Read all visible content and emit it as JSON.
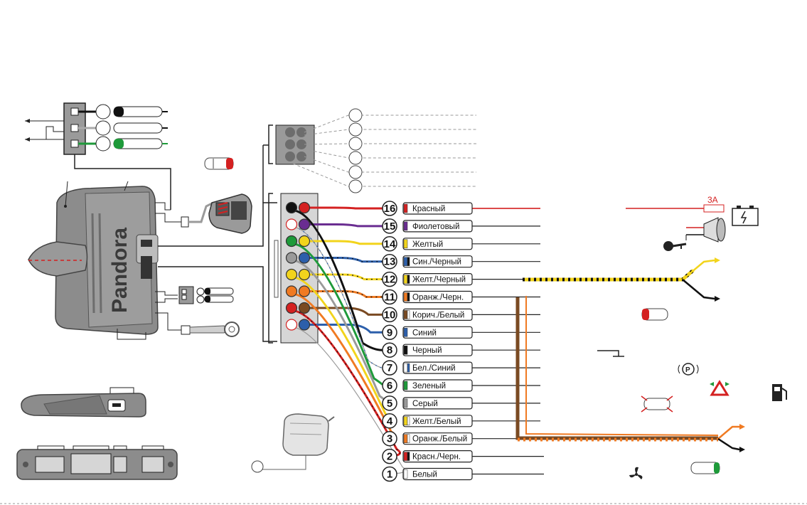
{
  "brand": "Pandora",
  "fuse_label": "3A",
  "connector_pins": [
    {
      "num": "16",
      "label": "Красный",
      "c1": "#d42121",
      "c2": "#d42121"
    },
    {
      "num": "15",
      "label": "Фиолетовый",
      "c1": "#6a2d91",
      "c2": "#6a2d91"
    },
    {
      "num": "14",
      "label": "Желтый",
      "c1": "#f2d41c",
      "c2": "#f2d41c"
    },
    {
      "num": "13",
      "label": "Син./Черный",
      "c1": "#2c5fab",
      "c2": "#111111"
    },
    {
      "num": "12",
      "label": "Желт./Черный",
      "c1": "#f2d41c",
      "c2": "#111111"
    },
    {
      "num": "11",
      "label": "Оранж./Черн.",
      "c1": "#f07a22",
      "c2": "#111111"
    },
    {
      "num": "10",
      "label": "Корич./Белый",
      "c1": "#7a4a22",
      "c2": "#ffffff"
    },
    {
      "num": "9",
      "label": "Синий",
      "c1": "#2c5fab",
      "c2": "#2c5fab"
    },
    {
      "num": "8",
      "label": "Черный",
      "c1": "#111111",
      "c2": "#111111"
    },
    {
      "num": "7",
      "label": "Бел./Синий",
      "c1": "#ffffff",
      "c2": "#2c5fab"
    },
    {
      "num": "6",
      "label": "Зеленый",
      "c1": "#1e9a3a",
      "c2": "#1e9a3a"
    },
    {
      "num": "5",
      "label": "Серый",
      "c1": "#9a9a9a",
      "c2": "#9a9a9a"
    },
    {
      "num": "4",
      "label": "Желт./Белый",
      "c1": "#f2d41c",
      "c2": "#ffffff"
    },
    {
      "num": "3",
      "label": "Оранж./Белый",
      "c1": "#f07a22",
      "c2": "#ffffff"
    },
    {
      "num": "2",
      "label": "Красн./Черн.",
      "c1": "#d42121",
      "c2": "#111111"
    },
    {
      "num": "1",
      "label": "Белый",
      "c1": "#ffffff",
      "c2": "#ffffff"
    }
  ],
  "colors": {
    "red": "#d42121",
    "yellow": "#f2d41c",
    "orange": "#f07a22",
    "brown": "#7a4a22",
    "gray_body": "#8c8c8c",
    "dark": "#222222"
  },
  "icons": [
    "battery-icon",
    "siren-icon",
    "key-icon",
    "door-car-icon",
    "ground-icon",
    "parking-brake-icon",
    "hazard-icon",
    "fuel-icon",
    "trunk-car-icon",
    "hood-car-icon",
    "fan-icon",
    "heater-icon",
    "temperature-sensor-icon"
  ]
}
